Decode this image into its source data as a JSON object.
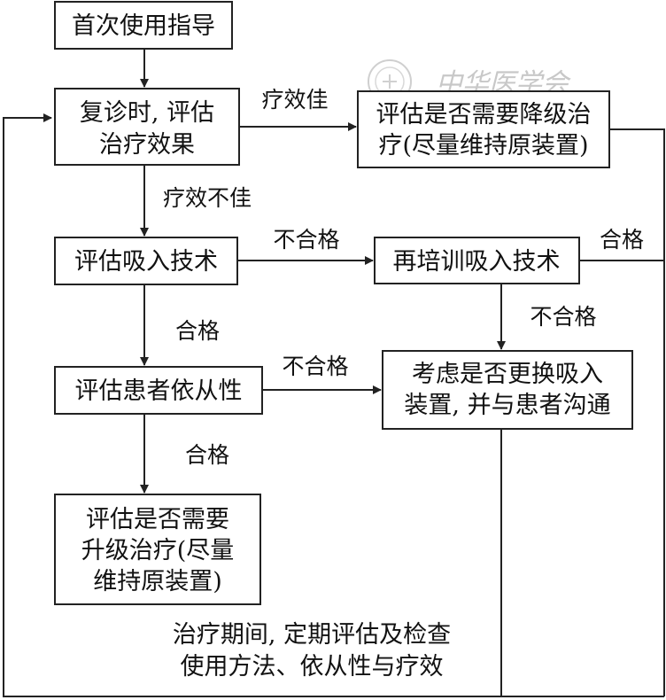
{
  "nodes": {
    "first_use": "首次使用指导",
    "followup_line1": "复诊时, 评估",
    "followup_line2": "治疗效果",
    "stepdown_line1": "评估是否需要降级治",
    "stepdown_line2": "疗(尽量维持原装置)",
    "inhaler_tech": "评估吸入技术",
    "retrain": "再培训吸入技术",
    "adherence": "评估患者依从性",
    "change_line1": "考虑是否更换吸入",
    "change_line2": "装置, 并与患者沟通",
    "stepup_line1": "评估是否需要",
    "stepup_line2": "升级治疗(尽量",
    "stepup_line3": "维持原装置)"
  },
  "edges": {
    "effective": "疗效佳",
    "not_effective": "疗效不佳",
    "fail_tech": "不合格",
    "pass_tech": "合格",
    "fail_retrain": "不合格",
    "pass_retrain": "合格",
    "fail_adherence": "不合格",
    "pass_adherence": "合格"
  },
  "footer": {
    "line1": "治疗期间, 定期评估及检查",
    "line2": "使用方法、依从性与疗效"
  },
  "watermark": {
    "text": "中华医学会",
    "logo_icon": "cma-seal-icon"
  }
}
